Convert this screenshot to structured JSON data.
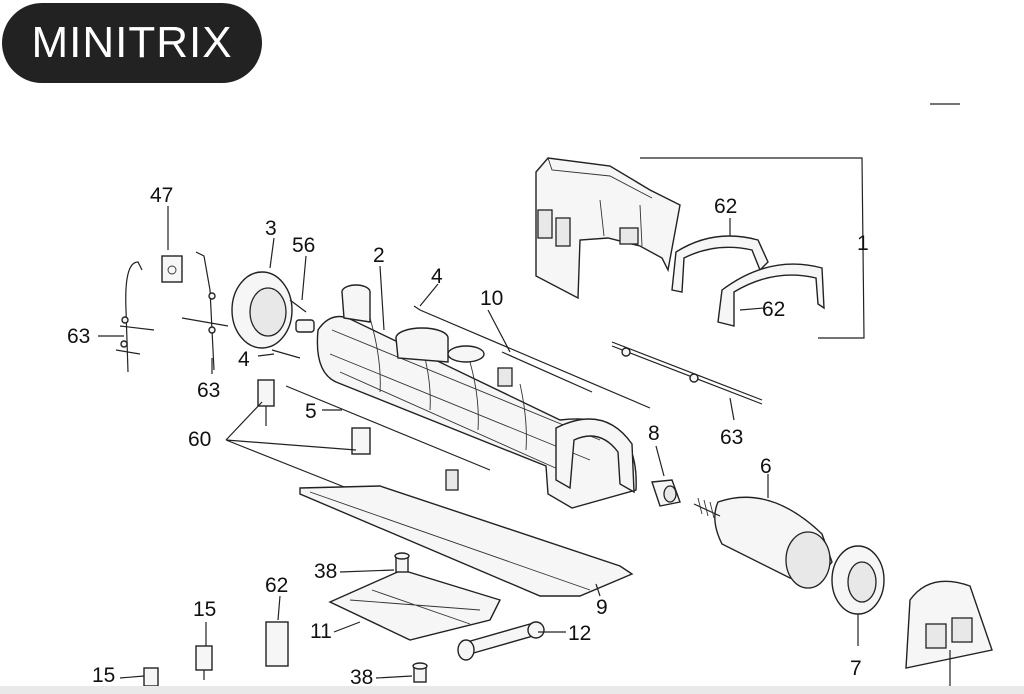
{
  "brand": {
    "name": "MINITRIX"
  },
  "labels": {
    "l1": "1",
    "l2": "2",
    "l3": "3",
    "l4a": "4",
    "l4b": "4",
    "l5": "5",
    "l6": "6",
    "l7": "7",
    "l8": "8",
    "l9": "9",
    "l10": "10",
    "l11": "11",
    "l12": "12",
    "l15a": "15",
    "l15b": "15",
    "l38a": "38",
    "l38b": "38",
    "l47": "47",
    "l56": "56",
    "l60": "60",
    "l62a": "62",
    "l62b": "62",
    "l62c": "62",
    "l63a": "63",
    "l63b": "63",
    "l63c": "63"
  }
}
